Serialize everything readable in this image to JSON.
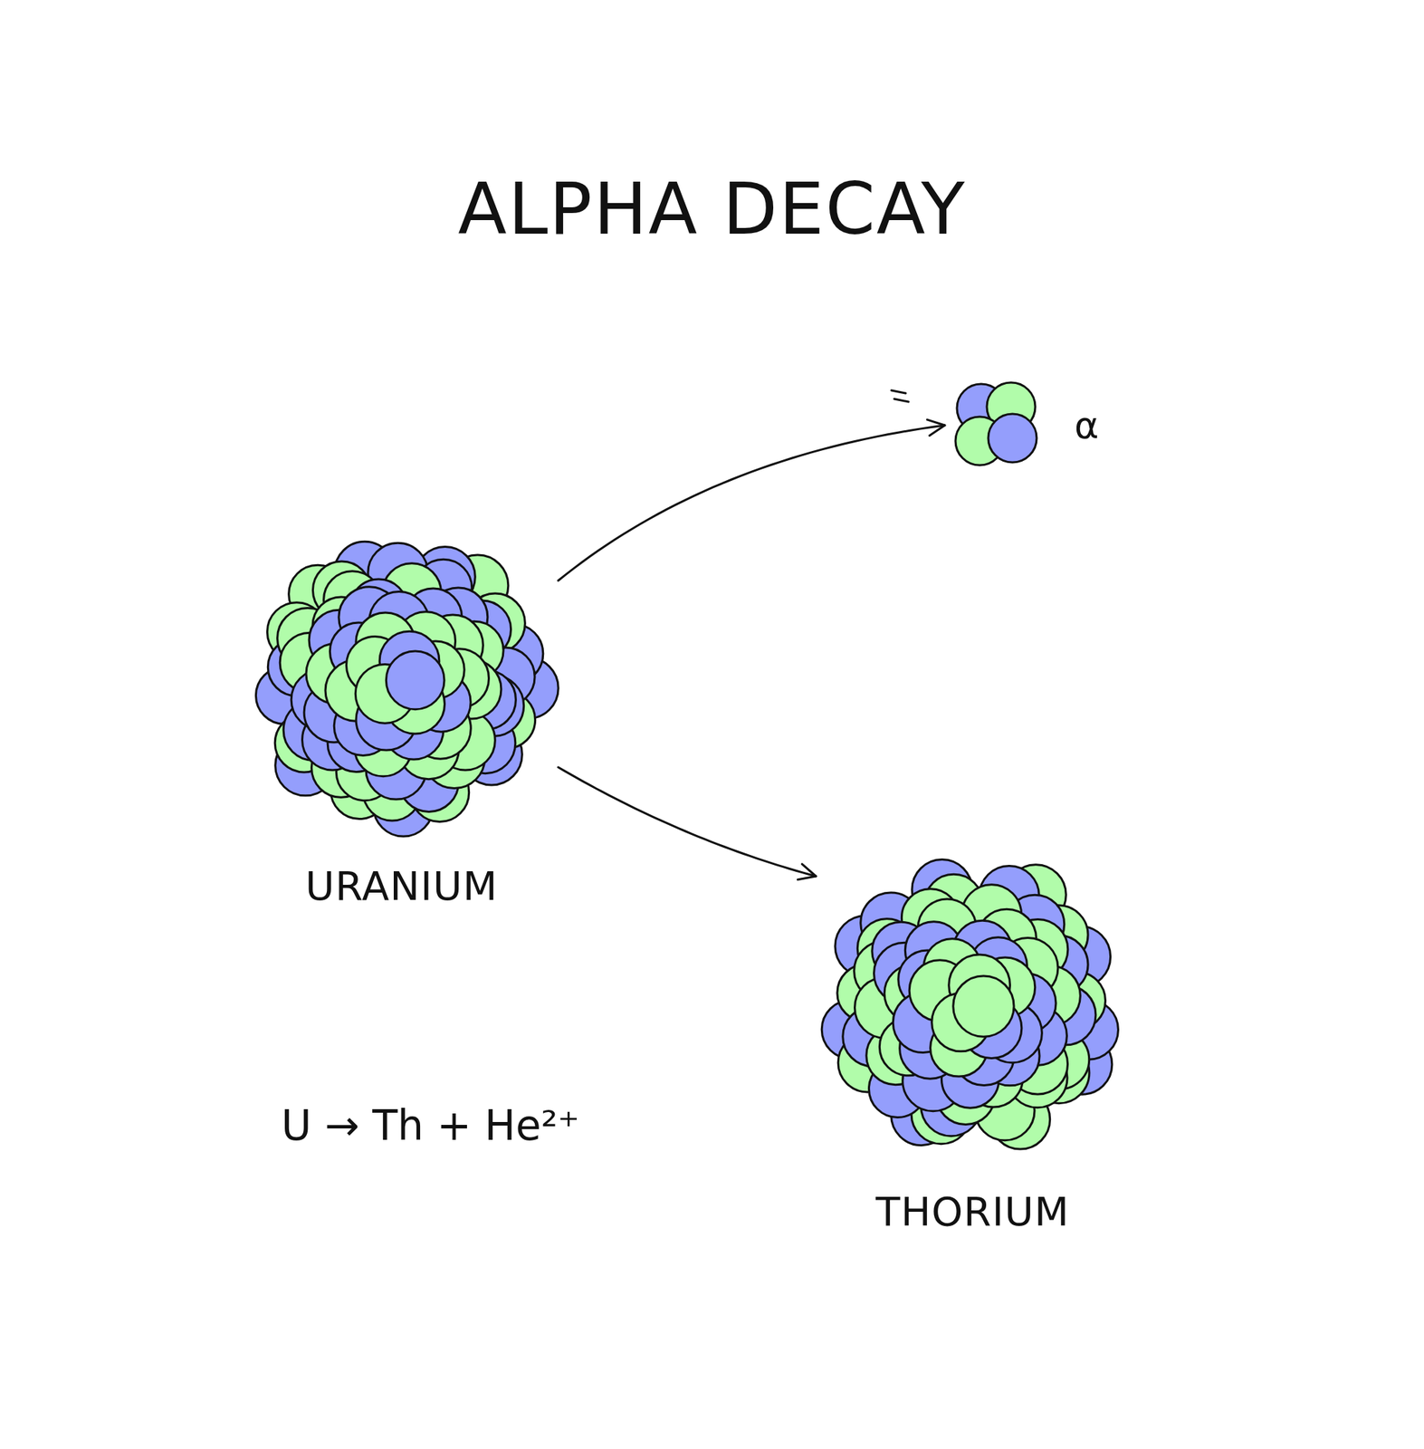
{
  "diagram": {
    "title": "ALPHA DECAY",
    "nodes": [
      {
        "text": [
          "URANIUM"
        ]
      },
      {
        "text": [
          "α"
        ]
      },
      {
        "text": [
          "THORIUM"
        ]
      }
    ],
    "edges": [
      {
        "from": 0,
        "to": 1,
        "arrow": "to"
      },
      {
        "from": 0,
        "to": 2,
        "arrow": "to"
      }
    ],
    "labels": [
      "U → Th + He²⁺"
    ]
  }
}
